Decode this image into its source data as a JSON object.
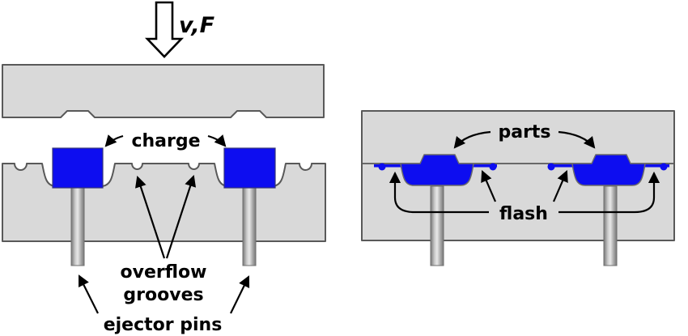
{
  "figure_type": "compression-molding-diagram",
  "colors": {
    "background": "#ffffff",
    "mold_fill": "#d9d9d9",
    "mold_outline": "#595959",
    "material_blue": "#0d0df0",
    "pin_light": "#d8d8d8",
    "pin_dark": "#767676",
    "label_color": "#000000"
  },
  "left_diagram": {
    "press_label": "v,F",
    "charge_label": "charge",
    "overflow_label_line1": "overflow",
    "overflow_label_line2": "grooves",
    "ejector_label": "ejector pins"
  },
  "right_diagram": {
    "parts_label": "parts",
    "flash_label": "flash"
  }
}
